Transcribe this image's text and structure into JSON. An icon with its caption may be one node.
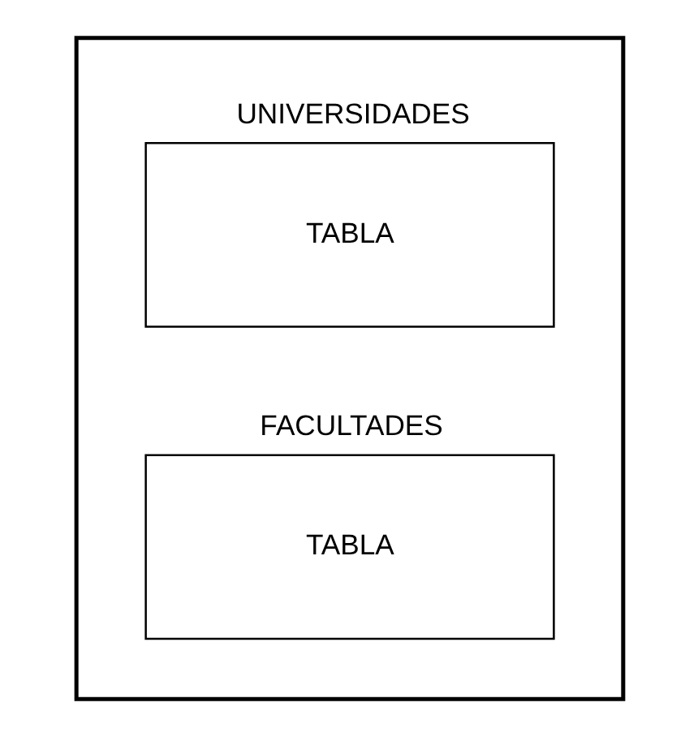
{
  "diagram": {
    "nodes": [
      {
        "text": [],
        "shape": "box"
      },
      {
        "text": [
          "UNIVERSIDADES",
          "TABLA"
        ],
        "in": 0
      },
      {
        "text": [
          "FACULTADES",
          "TABLA"
        ],
        "in": 0
      }
    ]
  }
}
